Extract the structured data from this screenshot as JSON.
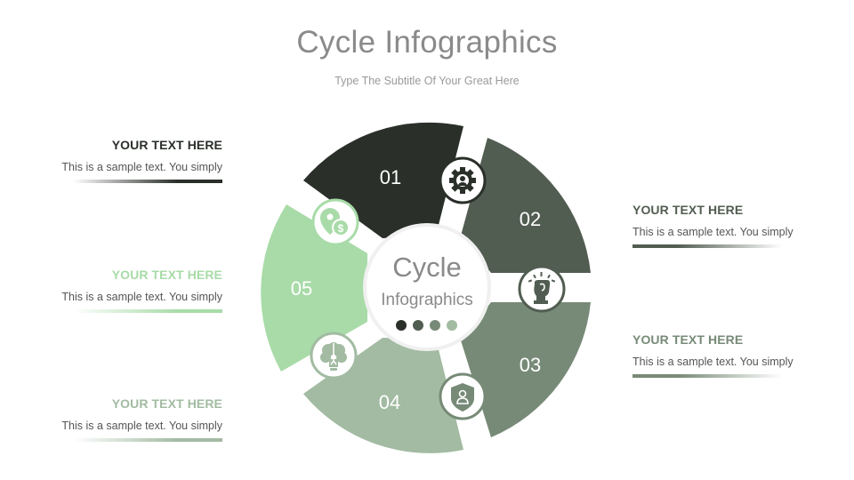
{
  "header": {
    "title": "Cycle Infographics",
    "subtitle": "Type The Subtitle Of Your Great Here"
  },
  "center": {
    "title": "Cycle",
    "subtitle": "Infographics",
    "dots": [
      "#2a2f2a",
      "#525d52",
      "#778a77",
      "#a2bba2"
    ]
  },
  "colors": {
    "seg1": "#2a2f2a",
    "seg2": "#525d52",
    "seg3": "#778a77",
    "seg4": "#a2bba2",
    "seg5": "#a8dba8"
  },
  "segments": [
    {
      "number": "01",
      "color": "#2a2f2a",
      "icon": "gear-person-icon"
    },
    {
      "number": "02",
      "color": "#525d52",
      "icon": "fist-idea-icon"
    },
    {
      "number": "03",
      "color": "#778a77",
      "icon": "shield-user-icon"
    },
    {
      "number": "04",
      "color": "#a2bba2",
      "icon": "brain-bulb-icon"
    },
    {
      "number": "05",
      "color": "#a8dba8",
      "icon": "location-dollar-icon"
    }
  ],
  "text_blocks": [
    {
      "side": "left",
      "heading": "YOUR TEXT HERE",
      "body": "This is a sample text.  You simply",
      "color": "#2a2f2a"
    },
    {
      "side": "left",
      "heading": "YOUR TEXT HERE",
      "body": "This is a sample text.  You simply",
      "color": "#a8dba8"
    },
    {
      "side": "left",
      "heading": "YOUR TEXT HERE",
      "body": "This is a sample text.  You simply",
      "color": "#a2bba2"
    },
    {
      "side": "right",
      "heading": "YOUR TEXT HERE",
      "body": "This is a sample text.  You simply",
      "color": "#525d52"
    },
    {
      "side": "right",
      "heading": "YOUR TEXT HERE",
      "body": "This is a sample text.  You simply",
      "color": "#778a77"
    }
  ]
}
